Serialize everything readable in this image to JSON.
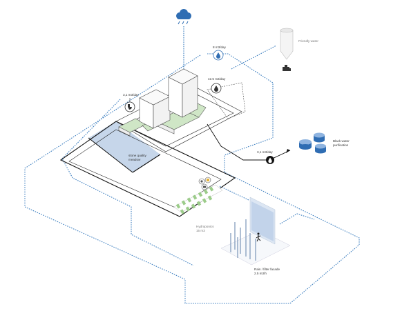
{
  "labels": {
    "rain_rate": "8 m3/day",
    "flush_rate": "42.5 m3/day",
    "toilet_rate": "3,1 m3/day",
    "storage_label_1": "stone quality",
    "storage_label_2": "meadow",
    "drinking_water": "Friendly water",
    "black_water_rate": "3,1 m3/day",
    "black_water_label_1": "Black water",
    "black_water_label_2": "purification",
    "hydroponics_label_1": "Hydroponics",
    "hydroponics_label_2": "15 m3",
    "rain_filter_label_1": "Rain / filter facade",
    "rain_filter_label_2": "2.5 m3/h"
  },
  "colors": {
    "flow_line": "#3d7fc0",
    "green_roof": "#cfe6c6",
    "storage_area": "#c6d6ea",
    "drop_circle": "#2f6db3"
  },
  "icons": [
    "rain-cloud-icon",
    "water-drop-icon",
    "toilet-icon",
    "water-tank-icon",
    "tap-icon",
    "solar-icon"
  ]
}
